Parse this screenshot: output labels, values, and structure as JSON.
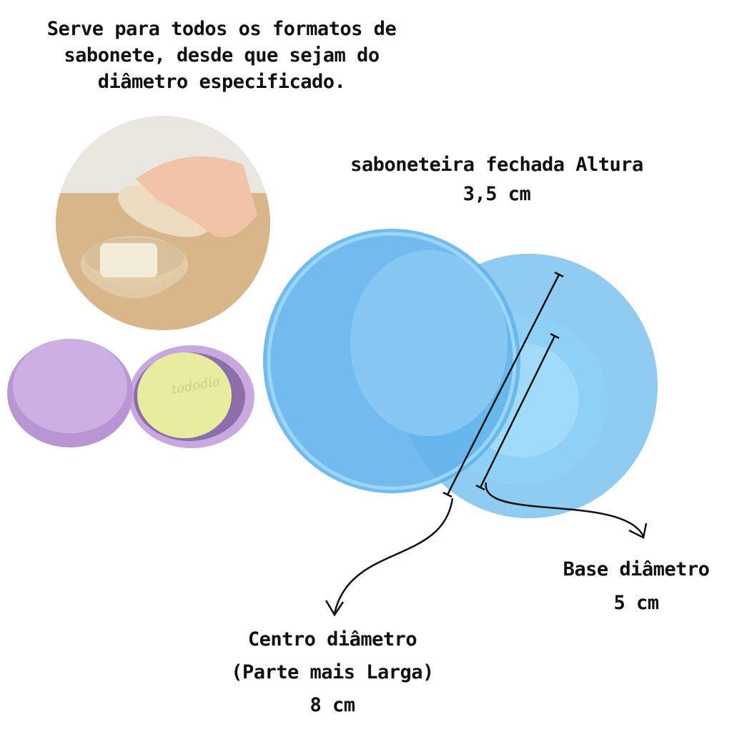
{
  "intro": {
    "lines": [
      "Serve para todos os formatos de",
      "sabonete, desde que sejam do",
      "diâmetro especificado."
    ]
  },
  "height_label": {
    "lines": [
      "saboneteira fechada Altura",
      "3,5 cm"
    ]
  },
  "base_label": {
    "lines": [
      "Base diâmetro",
      "5 cm"
    ]
  },
  "center_label": {
    "lines": [
      "Centro diâmetro",
      "(Parte mais Larga)",
      "8 cm"
    ]
  },
  "soap_logo": "tododia",
  "colors": {
    "blue_case": "#5eb3ec",
    "purple_case": "#c7a6de",
    "soap_yellow": "#e9eea0",
    "beige_case": "#e6d2b4"
  }
}
